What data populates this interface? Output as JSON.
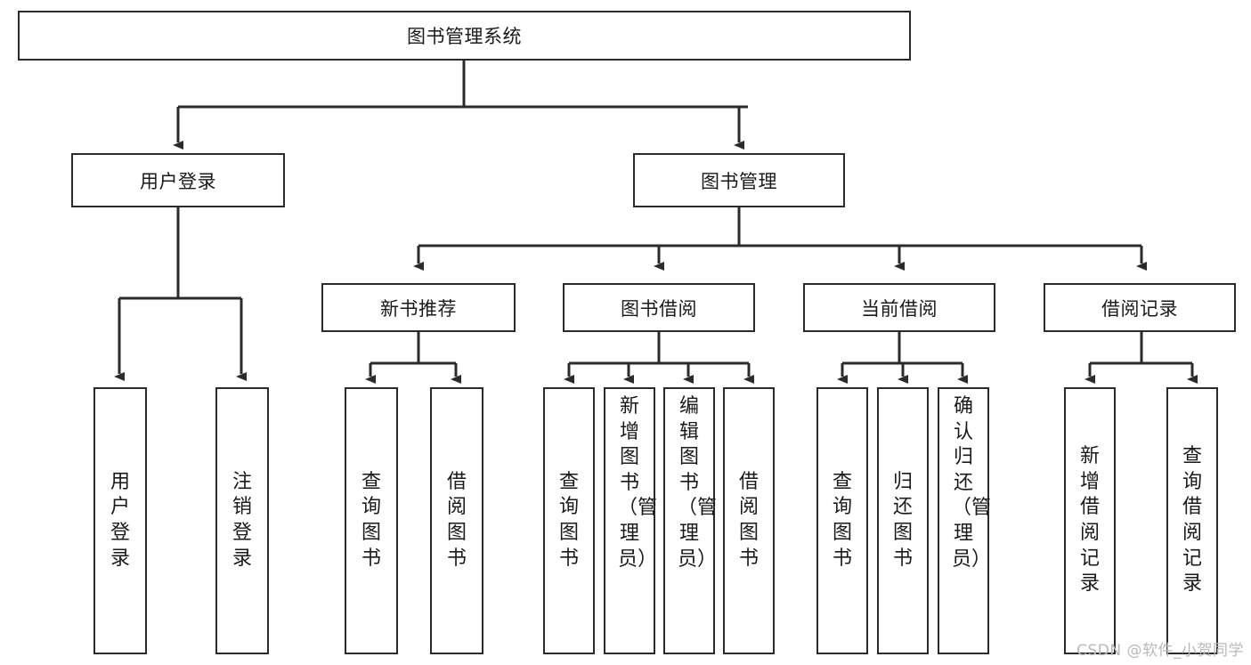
{
  "diagram": {
    "title": "图书管理系统",
    "type": "hierarchy-tree",
    "root": {
      "label": "图书管理系统",
      "orientation": "horizontal"
    },
    "level2": [
      {
        "label": "用户登录",
        "orientation": "horizontal"
      },
      {
        "label": "图书管理",
        "orientation": "horizontal"
      }
    ],
    "level3": [
      {
        "label": "新书推荐",
        "orientation": "horizontal",
        "parent": "图书管理"
      },
      {
        "label": "图书借阅",
        "orientation": "horizontal",
        "parent": "图书管理"
      },
      {
        "label": "当前借阅",
        "orientation": "horizontal",
        "parent": "图书管理"
      },
      {
        "label": "借阅记录",
        "orientation": "horizontal",
        "parent": "图书管理"
      }
    ],
    "leaves": [
      {
        "label": "用户登录",
        "parent": "用户登录",
        "orientation": "vertical",
        "align": "center"
      },
      {
        "label": "注销登录",
        "parent": "用户登录",
        "orientation": "vertical",
        "align": "center"
      },
      {
        "label": "查询图书",
        "parent": "新书推荐",
        "orientation": "vertical",
        "align": "center"
      },
      {
        "label": "借阅图书",
        "parent": "新书推荐",
        "orientation": "vertical",
        "align": "center"
      },
      {
        "label": "查询图书",
        "parent": "图书借阅",
        "orientation": "vertical",
        "align": "center"
      },
      {
        "label": "新增图书（管理员）",
        "parent": "图书借阅",
        "orientation": "vertical",
        "align": "top"
      },
      {
        "label": "编辑图书（管理员）",
        "parent": "图书借阅",
        "orientation": "vertical",
        "align": "top"
      },
      {
        "label": "借阅图书",
        "parent": "图书借阅",
        "orientation": "vertical",
        "align": "center"
      },
      {
        "label": "查询图书",
        "parent": "当前借阅",
        "orientation": "vertical",
        "align": "center"
      },
      {
        "label": "归还图书",
        "parent": "当前借阅",
        "orientation": "vertical",
        "align": "center"
      },
      {
        "label": "确认归还（管理员）",
        "parent": "当前借阅",
        "orientation": "vertical",
        "align": "top"
      },
      {
        "label": "新增借阅记录",
        "parent": "借阅记录",
        "orientation": "vertical",
        "align": "center"
      },
      {
        "label": "查询借阅记录",
        "parent": "借阅记录",
        "orientation": "vertical",
        "align": "center"
      }
    ],
    "colors": {
      "stroke": "#2b2b2b",
      "fill": "#ffffff",
      "text": "#1a1a1a",
      "watermark": "#b9b9b9"
    }
  },
  "watermark": {
    "text": "CSDN @软件_小贺同学"
  }
}
